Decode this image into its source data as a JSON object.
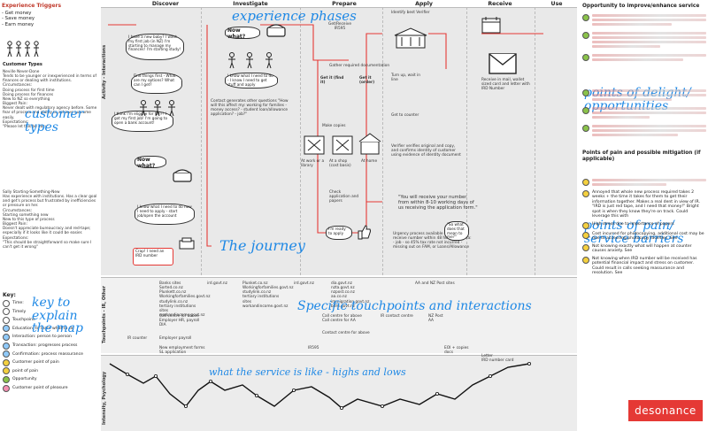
{
  "left": {
    "triggers_title": "Experience Triggers",
    "triggers": [
      "- Get money",
      "- Save money",
      "- Earn money"
    ],
    "customer_types_title": "Customer Types",
    "persona1_name": "Neville Never-Done",
    "persona1_desc": "Tends to be younger or inexperienced in terms of finances or dealing with institutions.",
    "persona1_circ_title": "Circumstances:",
    "persona1_circ": [
      "Doing process for first time",
      "Doing process for finances",
      "New to NZ so everything"
    ],
    "persona1_pain_title": "Biggest Pain:",
    "persona1_pain": "Never dealt with regulatory agency before. Some fear of process and ability to achieve outcome easily.",
    "persona1_exp_title": "Expectations:",
    "persona1_exp": "\"Please let this be easy\"",
    "persona2_name": "Sally Starting-Something-New",
    "persona2_desc": "Has experience with institutions. Has a clear goal and get's process but frustrated by inefficiencies or pressure on her.",
    "persona2_circ_title": "Circumstances:",
    "persona2_circ": [
      "Starting something new",
      "New to this type of process"
    ],
    "persona2_pain_title": "Biggest Pain:",
    "persona2_pain": "Doesn't appreciate bureaucracy and red-tape; especially if it looks like it could be easier.",
    "persona2_exp_title": "Expectations:",
    "persona2_exp": "\"This should be straightforward so make sure I can't get it wrong\"",
    "key_title": "Key:",
    "key_items": [
      {
        "label": "Time:",
        "color": "#ffffff"
      },
      {
        "label": "Timely",
        "color": "#ffffff"
      },
      {
        "label": "Touchpoint:",
        "color": "#ffffff"
      },
      {
        "label": "Education: to learn what to do",
        "color": "#90caf9"
      },
      {
        "label": "Interaction: person to person",
        "color": "#90caf9"
      },
      {
        "label": "Transaction: progresses process",
        "color": "#90caf9"
      },
      {
        "label": "Confirmation: process reassurance",
        "color": "#90caf9"
      },
      {
        "label": "Customer point of pain",
        "color": "#f4d03f"
      },
      {
        "label": "point of pain",
        "color": "#f4d03f"
      },
      {
        "label": "Opportunity",
        "color": "#8bc34a"
      },
      {
        "label": "Customer point of pleasure",
        "color": "#f48fb1"
      }
    ]
  },
  "phases": [
    "Discover",
    "Investigate",
    "Prepare",
    "Apply",
    "Receive",
    "Use"
  ],
  "bands": [
    "Activity - Interactions",
    "Touchpoints - IR, Other",
    "Intensity, Psychology"
  ],
  "annotations": {
    "experience_phases": "experience phases",
    "customer_types": "customer types",
    "the_journey": "The journey",
    "touchpoints": "Specific touchpoints and interactions",
    "highs_lows": "what the service is like - highs and lows",
    "key_to_explain": "key to explain the map",
    "points_of_delight": "points of delight/ opportunities",
    "points_of_pain": "points of pain/ service barriers"
  },
  "journey_text": {
    "bubble1": "I have a new baby? I want my first job (in NZ) I'm starting to manage my finances! I'm starting study!",
    "bubble2": "Find things first - What are my options? What can I get?",
    "bubble3": "I think I'm eligible for WFF! I got my first job! I'm going to open a bank account!",
    "now_what": "Now what?",
    "bubble4": "I know what I need to do now I need to apply - start job/open the account",
    "crap": "Crap! I need an IRD number",
    "bubble5": "I know what I need to do - I know I need to get stuff and apply",
    "contact_q": "Contact generates other questions \"How will this affect my: working for families - money access? - student loan/allowance application? - job?\"",
    "get_receive": "Get/Receive IR595",
    "gather": "Gather required documentation",
    "get_it1": "Get it (find it)",
    "get_it2": "Get it (order)",
    "make_copies": "Make copies",
    "at_work": "At work or a library",
    "at_shop": "At a shop (cost basis)",
    "at_home": "At home",
    "check_app": "Check application and papers",
    "im_ready": "I'm ready to apply",
    "identify": "Identify best Verifier",
    "turn_up": "Turn up, wait in line",
    "get_to": "Get to counter",
    "verifier": "Verifier verifies original and copy, and confirms identity of customer using evidence of identity document",
    "you_will": "\"You will receive your number from within 8-10 working days of us receiving the application form.\"",
    "urgency": "Urgency process available - cost $10, receive number within 48 hours. Criteria: - job - so 45% tax rate not incurred - missing out on FAM, or Loans/Allowance",
    "so_what": "\"So what does that mean to me?\"",
    "receive_mail": "Receive in mail, wallet sized card and letter with IRD Number"
  },
  "touchpoints": {
    "row1_discover": "Banks sites\nSorted.co.nz\nPlunkett.co.nz\nWorkingforfamilies.govt.nz\nstudylink.co.nz\ntertiary institutions sites\nworkandincome.govt.nz",
    "row1_ird": "ird.govt.nz",
    "row1_inv": "Plunket.co.nz\nWorkingforfamilies.govt.nz\nstudylink.co.nz\ntertiary institutions sites\nworkandincome.govt.nz",
    "row1_ird2": "ird.govt.nz",
    "row1_prep": "dia.govt.nz\nnzta.govt.nz\nnzpost.co.nz\naa.co.nz\nimmigration.govt.nz\nbdm.govt.nz",
    "row1_apply": "AA and NZ Post sites",
    "row2_discover": "Call centre for above\nEmployer HR, payroll\nDIA",
    "row2_prep": "Call centre for above\nCall centre for AA",
    "row2_ird": "IR contact centre",
    "row2_apply": "NZ Post\nAA",
    "row2_prep2": "Contact centre for above",
    "row3_discover": "IR counter",
    "row3_employer": "Employer payroll",
    "row4_discover": "New employment forms\nSL application",
    "row4_prep": "IR595",
    "row4_apply": "EOI + copies\ndocs",
    "row4_receive": "Letter\nIRD number card"
  },
  "right": {
    "title": "Opportunity to improve/enhance service",
    "pain_title": "Points of pain and possible mitigation (if applicable)",
    "pain_items": [
      {
        "text": "Annoyed that whole new process required takes 2 weeks + the time it takes for them to get their information together. Makes a real dent in view of IR. \"IRD is just red tape, and I need that money!\" Bright spot is when they know they're on track. Could leverage this with",
        "color": "#f4d03f"
      },
      {
        "text": "High stress due to importance of papers",
        "color": "#f4d03f"
      },
      {
        "text": "Cost incurred for photocopying, additional cost may be due to accessing photocopy facilities. See",
        "color": "#f4d03f"
      },
      {
        "text": "Not knowing exactly what will happen at counter causes anxiety. See",
        "color": "#f4d03f"
      },
      {
        "text": "Not knowing when IRD number will be received has potential financial impact and stress on customer. Could result in calls seeking reassurance and resolution. See",
        "color": "#f4d03f"
      }
    ],
    "logo": "desonance"
  }
}
